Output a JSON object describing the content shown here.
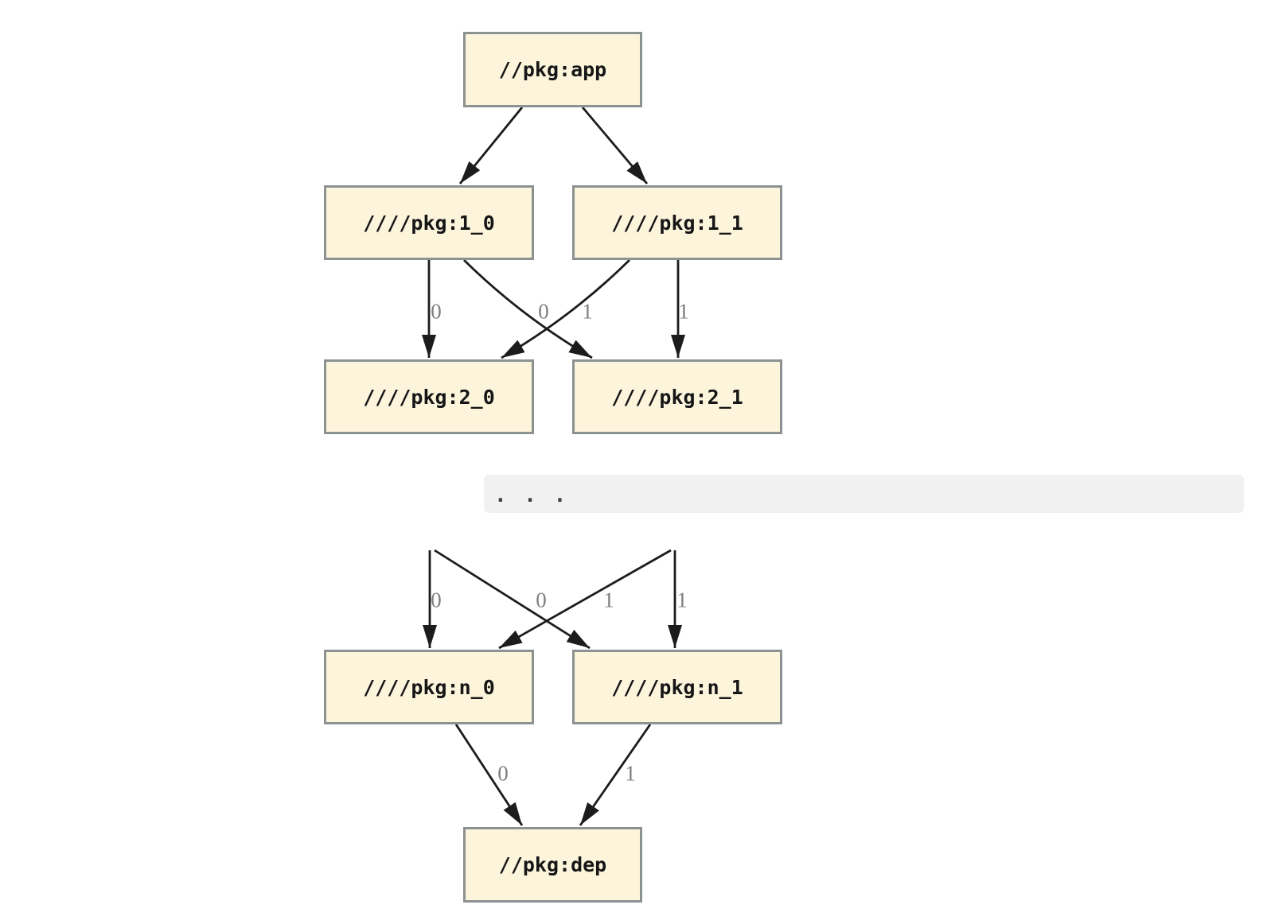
{
  "diagram": {
    "type": "dependency-graph",
    "nodes": {
      "app": {
        "label": "//pkg:app"
      },
      "level1_0": {
        "label": "////pkg:1_0"
      },
      "level1_1": {
        "label": "////pkg:1_1"
      },
      "level2_0": {
        "label": "////pkg:2_0"
      },
      "level2_1": {
        "label": "////pkg:2_1"
      },
      "ellipsis": {
        "label": ". . ."
      },
      "leveln_0": {
        "label": "////pkg:n_0"
      },
      "leveln_1": {
        "label": "////pkg:n_1"
      },
      "dep": {
        "label": "//pkg:dep"
      }
    },
    "edges": [
      {
        "from": "//pkg:app",
        "to": "////pkg:1_0",
        "label": ""
      },
      {
        "from": "//pkg:app",
        "to": "////pkg:1_1",
        "label": ""
      },
      {
        "from": "////pkg:1_0",
        "to": "////pkg:2_0",
        "label": "0"
      },
      {
        "from": "////pkg:1_0",
        "to": "////pkg:2_1",
        "label": "1"
      },
      {
        "from": "////pkg:1_1",
        "to": "////pkg:2_0",
        "label": "0"
      },
      {
        "from": "////pkg:1_1",
        "to": "////pkg:2_1",
        "label": "1"
      },
      {
        "from": ". . .",
        "to": "////pkg:n_0",
        "label": "0"
      },
      {
        "from": ". . .",
        "to": "////pkg:n_1",
        "label": "1"
      },
      {
        "from": ". . .",
        "to": "////pkg:n_0",
        "label": "0"
      },
      {
        "from": ". . .",
        "to": "////pkg:n_1",
        "label": "1"
      },
      {
        "from": "////pkg:n_0",
        "to": "//pkg:dep",
        "label": "0"
      },
      {
        "from": "////pkg:n_1",
        "to": "//pkg:dep",
        "label": "1"
      }
    ],
    "colors": {
      "node_fill": "#fcf5dc",
      "node_border": "#8b9291",
      "edge": "#1c1c1c",
      "edge_label": "#7e7e7e",
      "ellipsis_background": "#f1f1f1",
      "background": "#ffffff"
    }
  }
}
